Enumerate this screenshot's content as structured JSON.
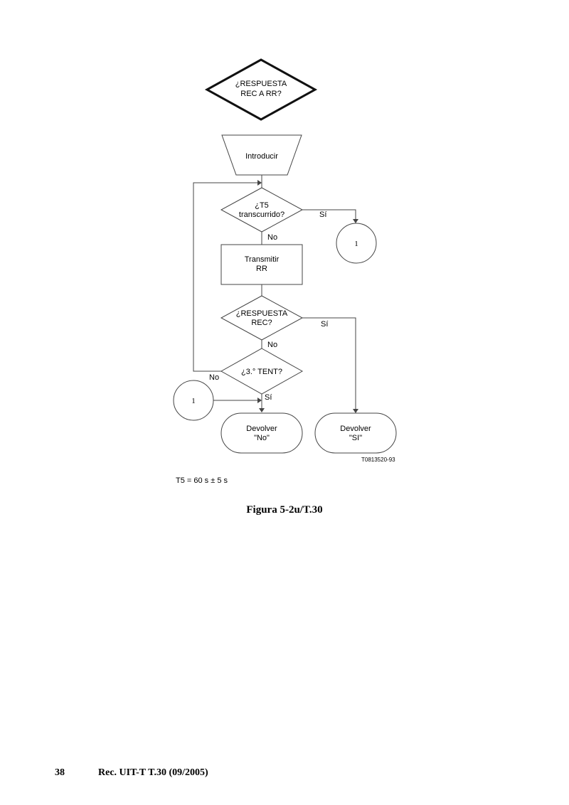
{
  "nodes": {
    "title_decision": {
      "lines": [
        "¿RESPUESTA",
        "REC A RR?"
      ]
    },
    "input": {
      "lines": [
        "Introducir"
      ]
    },
    "t5_decision": {
      "lines": [
        "¿T5",
        "transcurrido?"
      ]
    },
    "transmit": {
      "lines": [
        "Transmitir",
        "RR"
      ]
    },
    "resp_decision": {
      "lines": [
        "¿RESPUESTA",
        "REC?"
      ]
    },
    "attempt_decision": {
      "lines": [
        "¿3.° TENT?"
      ]
    },
    "connector_right": {
      "lines": [
        "1"
      ]
    },
    "connector_left": {
      "lines": [
        "1"
      ]
    },
    "return_no": {
      "lines": [
        "Devolver",
        "\"No\""
      ]
    },
    "return_si": {
      "lines": [
        "Devolver",
        "\"SI\""
      ]
    }
  },
  "edges": {
    "t5_yes": "Sí",
    "t5_no": "No",
    "resp_yes": "Sí",
    "resp_no": "No",
    "attempt_no": "No",
    "attempt_yes": "Sí"
  },
  "figure_code": "T0813520-93",
  "note": "T5 = 60 s ± 5 s",
  "caption": "Figura 5-2u/T.30",
  "footer": {
    "page_number": "38",
    "doc_ref": "Rec. UIT-T T.30 (09/2005)"
  }
}
